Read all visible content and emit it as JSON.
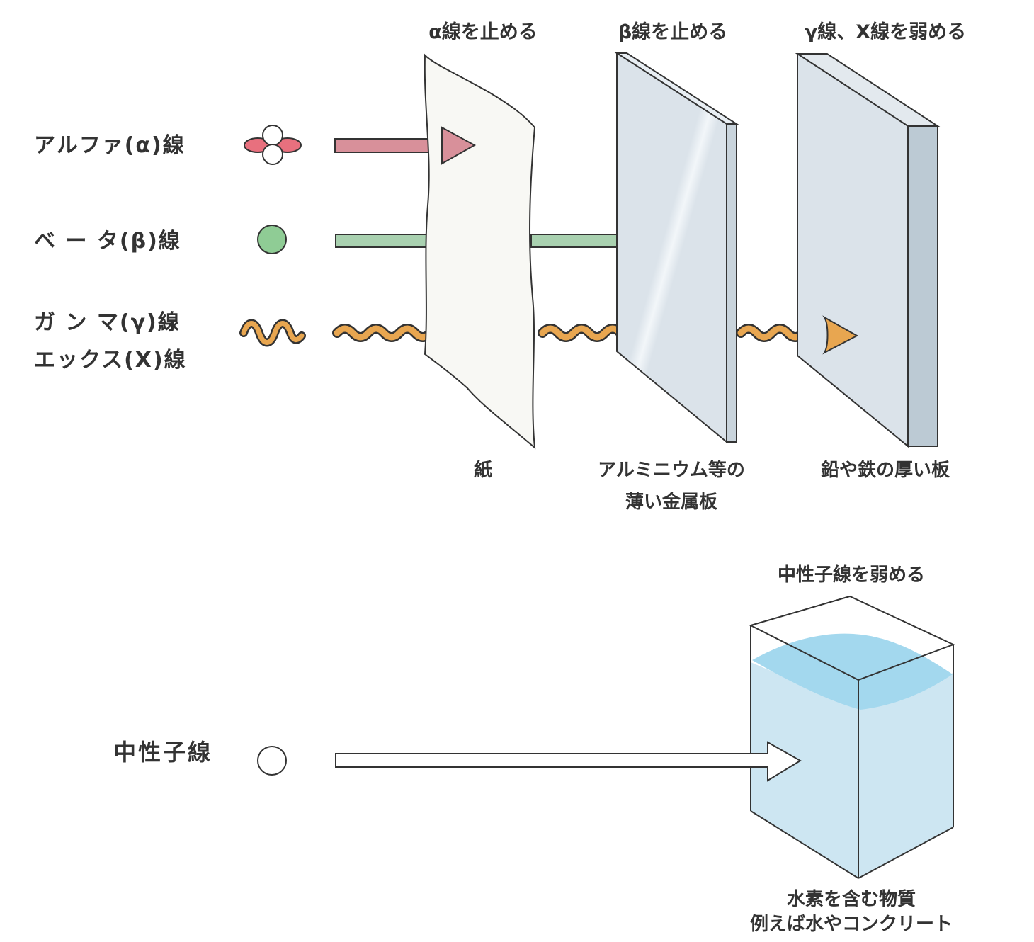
{
  "rays": {
    "alpha": "アルファ(α)線",
    "beta": "ベ ー タ(β)線",
    "gamma": "ガ ン マ(γ)線",
    "xray": "エックス(X)線",
    "neutron": "中性子線"
  },
  "shields": {
    "paper": {
      "caption": "α線を止める",
      "material": "紙"
    },
    "aluminum": {
      "caption": "β線を止める",
      "material_line1": "アルミニウム等の",
      "material_line2": "薄い金属板"
    },
    "lead": {
      "caption": "γ線、X線を弱める",
      "material": "鉛や鉄の厚い板"
    },
    "water": {
      "caption": "中性子線を弱める",
      "material_line1": "水素を含む物質",
      "material_line2": "例えば水やコンクリート"
    }
  },
  "colors": {
    "alpha": "#d8909a",
    "alpha_particle": "#e8707e",
    "beta": "#a9d1b0",
    "beta_particle": "#8fcc95",
    "gamma": "#e8a650",
    "paper": "#f8f8f4",
    "metal": "#dbe3ea",
    "lead_side": "#bccad4",
    "water": "#cde6f2",
    "water_surface": "#a3d8ee",
    "outline": "#333333"
  }
}
